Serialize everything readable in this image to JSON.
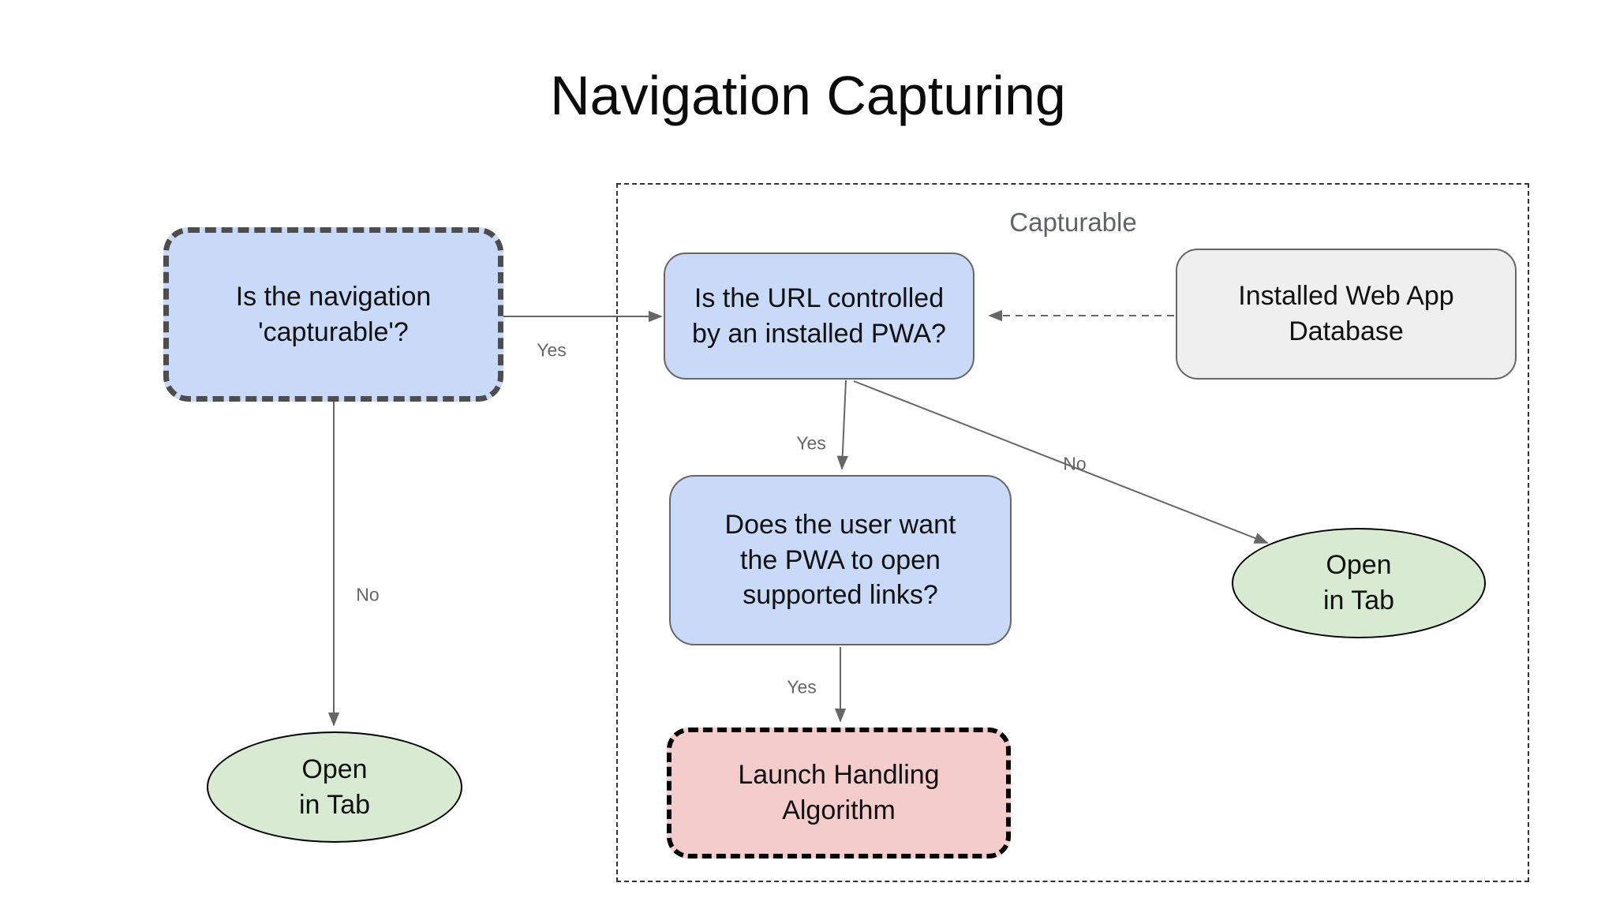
{
  "title": "Navigation Capturing",
  "group": {
    "label": "Capturable"
  },
  "nodes": {
    "is_navigation_capturable": {
      "label": "Is the navigation\n'capturable'?"
    },
    "is_url_controlled_by_pwa": {
      "label": "Is the URL controlled\nby an installed PWA?"
    },
    "installed_web_app_database": {
      "label": "Installed Web App\nDatabase"
    },
    "does_user_want_pwa_links": {
      "label": "Does the user want\nthe PWA to open\nsupported links?"
    },
    "launch_handling_algorithm": {
      "label": "Launch Handling\nAlgorithm"
    },
    "open_in_tab_left": {
      "label": "Open\nin Tab"
    },
    "open_in_tab_right": {
      "label": "Open\nin Tab"
    }
  },
  "edge_labels": {
    "capturable_yes": "Yes",
    "capturable_no": "No",
    "url_pwa_yes": "Yes",
    "url_pwa_no": "No",
    "user_links_yes": "Yes"
  },
  "colors": {
    "node_blue": "#c9daf8",
    "node_green": "#d9ead3",
    "node_red": "#f4cccc",
    "node_gray": "#efefef",
    "arrow_gray": "#666666",
    "edge_label_gray": "#666666",
    "group_label_gray": "#5f6368",
    "dashed_border_dark": "#4d4d4d",
    "border_gray": "#666666",
    "border_black": "#000000"
  }
}
